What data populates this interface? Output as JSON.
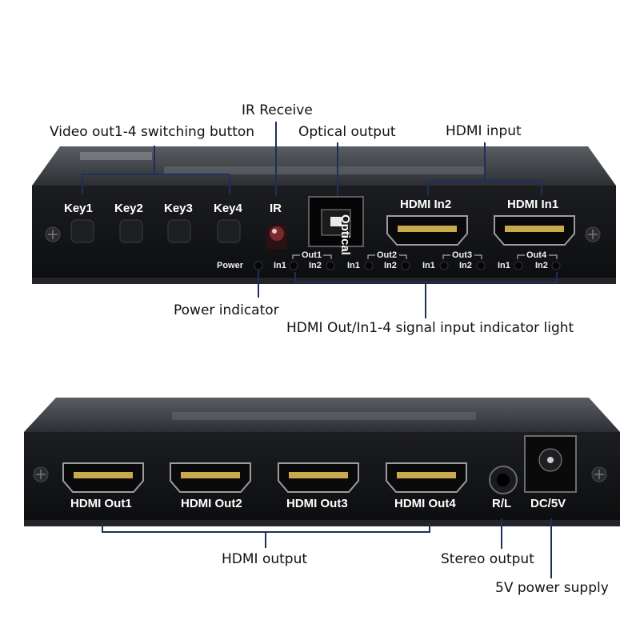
{
  "callouts": {
    "ir_receive": "IR Receive",
    "switching_button": "Video out1-4 switching button",
    "optical_output": "Optical output",
    "hdmi_input": "HDMI input",
    "power_indicator": "Power indicator",
    "signal_indicator": "HDMI Out/In1-4 signal input indicator light",
    "hdmi_output": "HDMI output",
    "stereo_output": "Stereo output",
    "power_supply": "5V power supply"
  },
  "front_panel": {
    "keys": [
      "Key1",
      "Key2",
      "Key3",
      "Key4"
    ],
    "ir": "IR",
    "optical": "Optical",
    "hdmi_in2": "HDMI In2",
    "hdmi_in1": "HDMI In1",
    "power": "Power",
    "out_groups": [
      "Out1",
      "Out2",
      "Out3",
      "Out4"
    ],
    "in1": "In1",
    "in2": "In2"
  },
  "back_panel": {
    "outputs": [
      "HDMI Out1",
      "HDMI Out2",
      "HDMI Out3",
      "HDMI Out4"
    ],
    "rl": "R/L",
    "dc": "DC/5V"
  },
  "colors": {
    "device_body": "#3a3d42",
    "panel_face": "#141518",
    "callout_line": "#1f2f5c"
  }
}
